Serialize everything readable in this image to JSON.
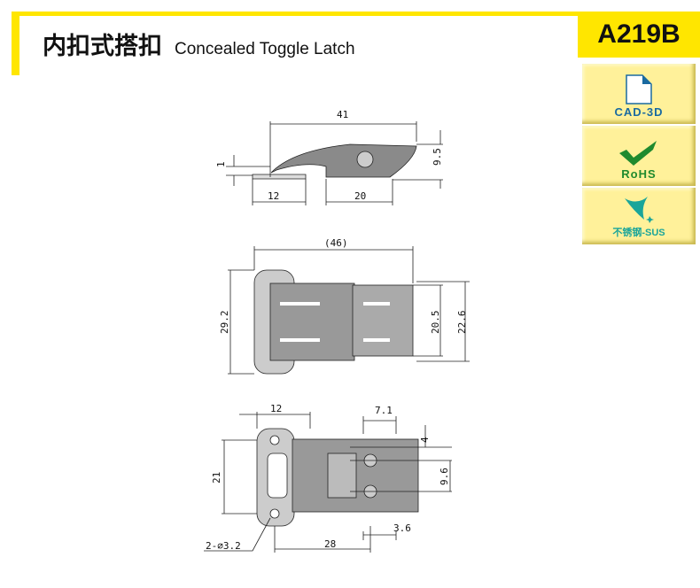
{
  "header": {
    "title_cn": "内扣式搭扣",
    "title_en": "Concealed Toggle Latch",
    "model": "A219B"
  },
  "badges": [
    {
      "label": "CAD-3D",
      "icon": "file-icon",
      "color": "#1a6aa0"
    },
    {
      "label": "RoHS",
      "icon": "checkmark-icon",
      "color": "#1f8a2e"
    },
    {
      "label": "不锈钢-SUS",
      "icon": "sparkle-icon",
      "color": "#1aa59a"
    }
  ],
  "side_view": {
    "d_total": "41",
    "d_thick": "1",
    "d_height": "9.5",
    "d_base": "12",
    "d_body": "20"
  },
  "top_view": {
    "d_total": "(46)",
    "d_width": "29.2",
    "d_inner": "20.5",
    "d_outer": "22.6"
  },
  "bottom_view": {
    "d_plate": "12",
    "d_offset": "7.1",
    "d_4": "4",
    "d_holes_v": "21",
    "d_9_6": "9.6",
    "d_3_6": "3.6",
    "d_28": "28",
    "d_hole": "2-∅3.2"
  }
}
